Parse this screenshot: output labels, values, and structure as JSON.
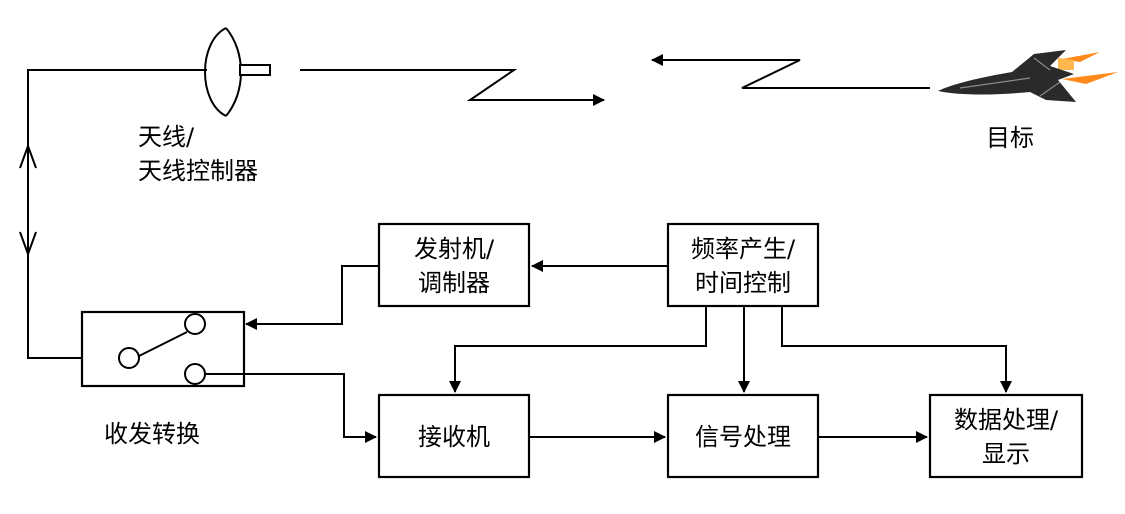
{
  "labels": {
    "antenna_line1": "天线/",
    "antenna_line2": "天线控制器",
    "target": "目标",
    "switch": "收发转换"
  },
  "blocks": {
    "transmitter": {
      "line1": "发射机/",
      "line2": "调制器"
    },
    "frequency": {
      "line1": "频率产生/",
      "line2": "时间控制"
    },
    "receiver": {
      "line1": "接收机"
    },
    "signal": {
      "line1": "信号处理"
    },
    "data": {
      "line1": "数据处理/",
      "line2": "显示"
    }
  },
  "colors": {
    "line": "#000000",
    "box_fill": "#ffffff",
    "aircraft": "#2a2a2a",
    "flame": "#ff8a1a"
  },
  "icons": {
    "antenna": "antenna-dish-icon",
    "target": "aircraft-icon"
  }
}
